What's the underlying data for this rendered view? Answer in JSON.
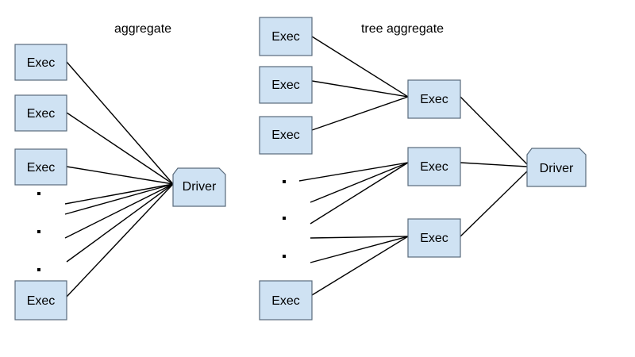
{
  "left_panel": {
    "title": "aggregate",
    "executors": [
      "Exec",
      "Exec",
      "Exec",
      "Exec"
    ],
    "ellipsis": [
      "·",
      "·",
      "·"
    ],
    "driver": "Driver"
  },
  "right_panel": {
    "title": "tree aggregate",
    "executors": [
      "Exec",
      "Exec",
      "Exec",
      "Exec"
    ],
    "ellipsis": [
      "·",
      "·",
      "·"
    ],
    "intermediate": [
      "Exec",
      "Exec",
      "Exec"
    ],
    "driver": "Driver"
  },
  "colors": {
    "node_fill": "#cfe2f3",
    "node_stroke": "#5a6b7c",
    "edge": "#000000"
  }
}
